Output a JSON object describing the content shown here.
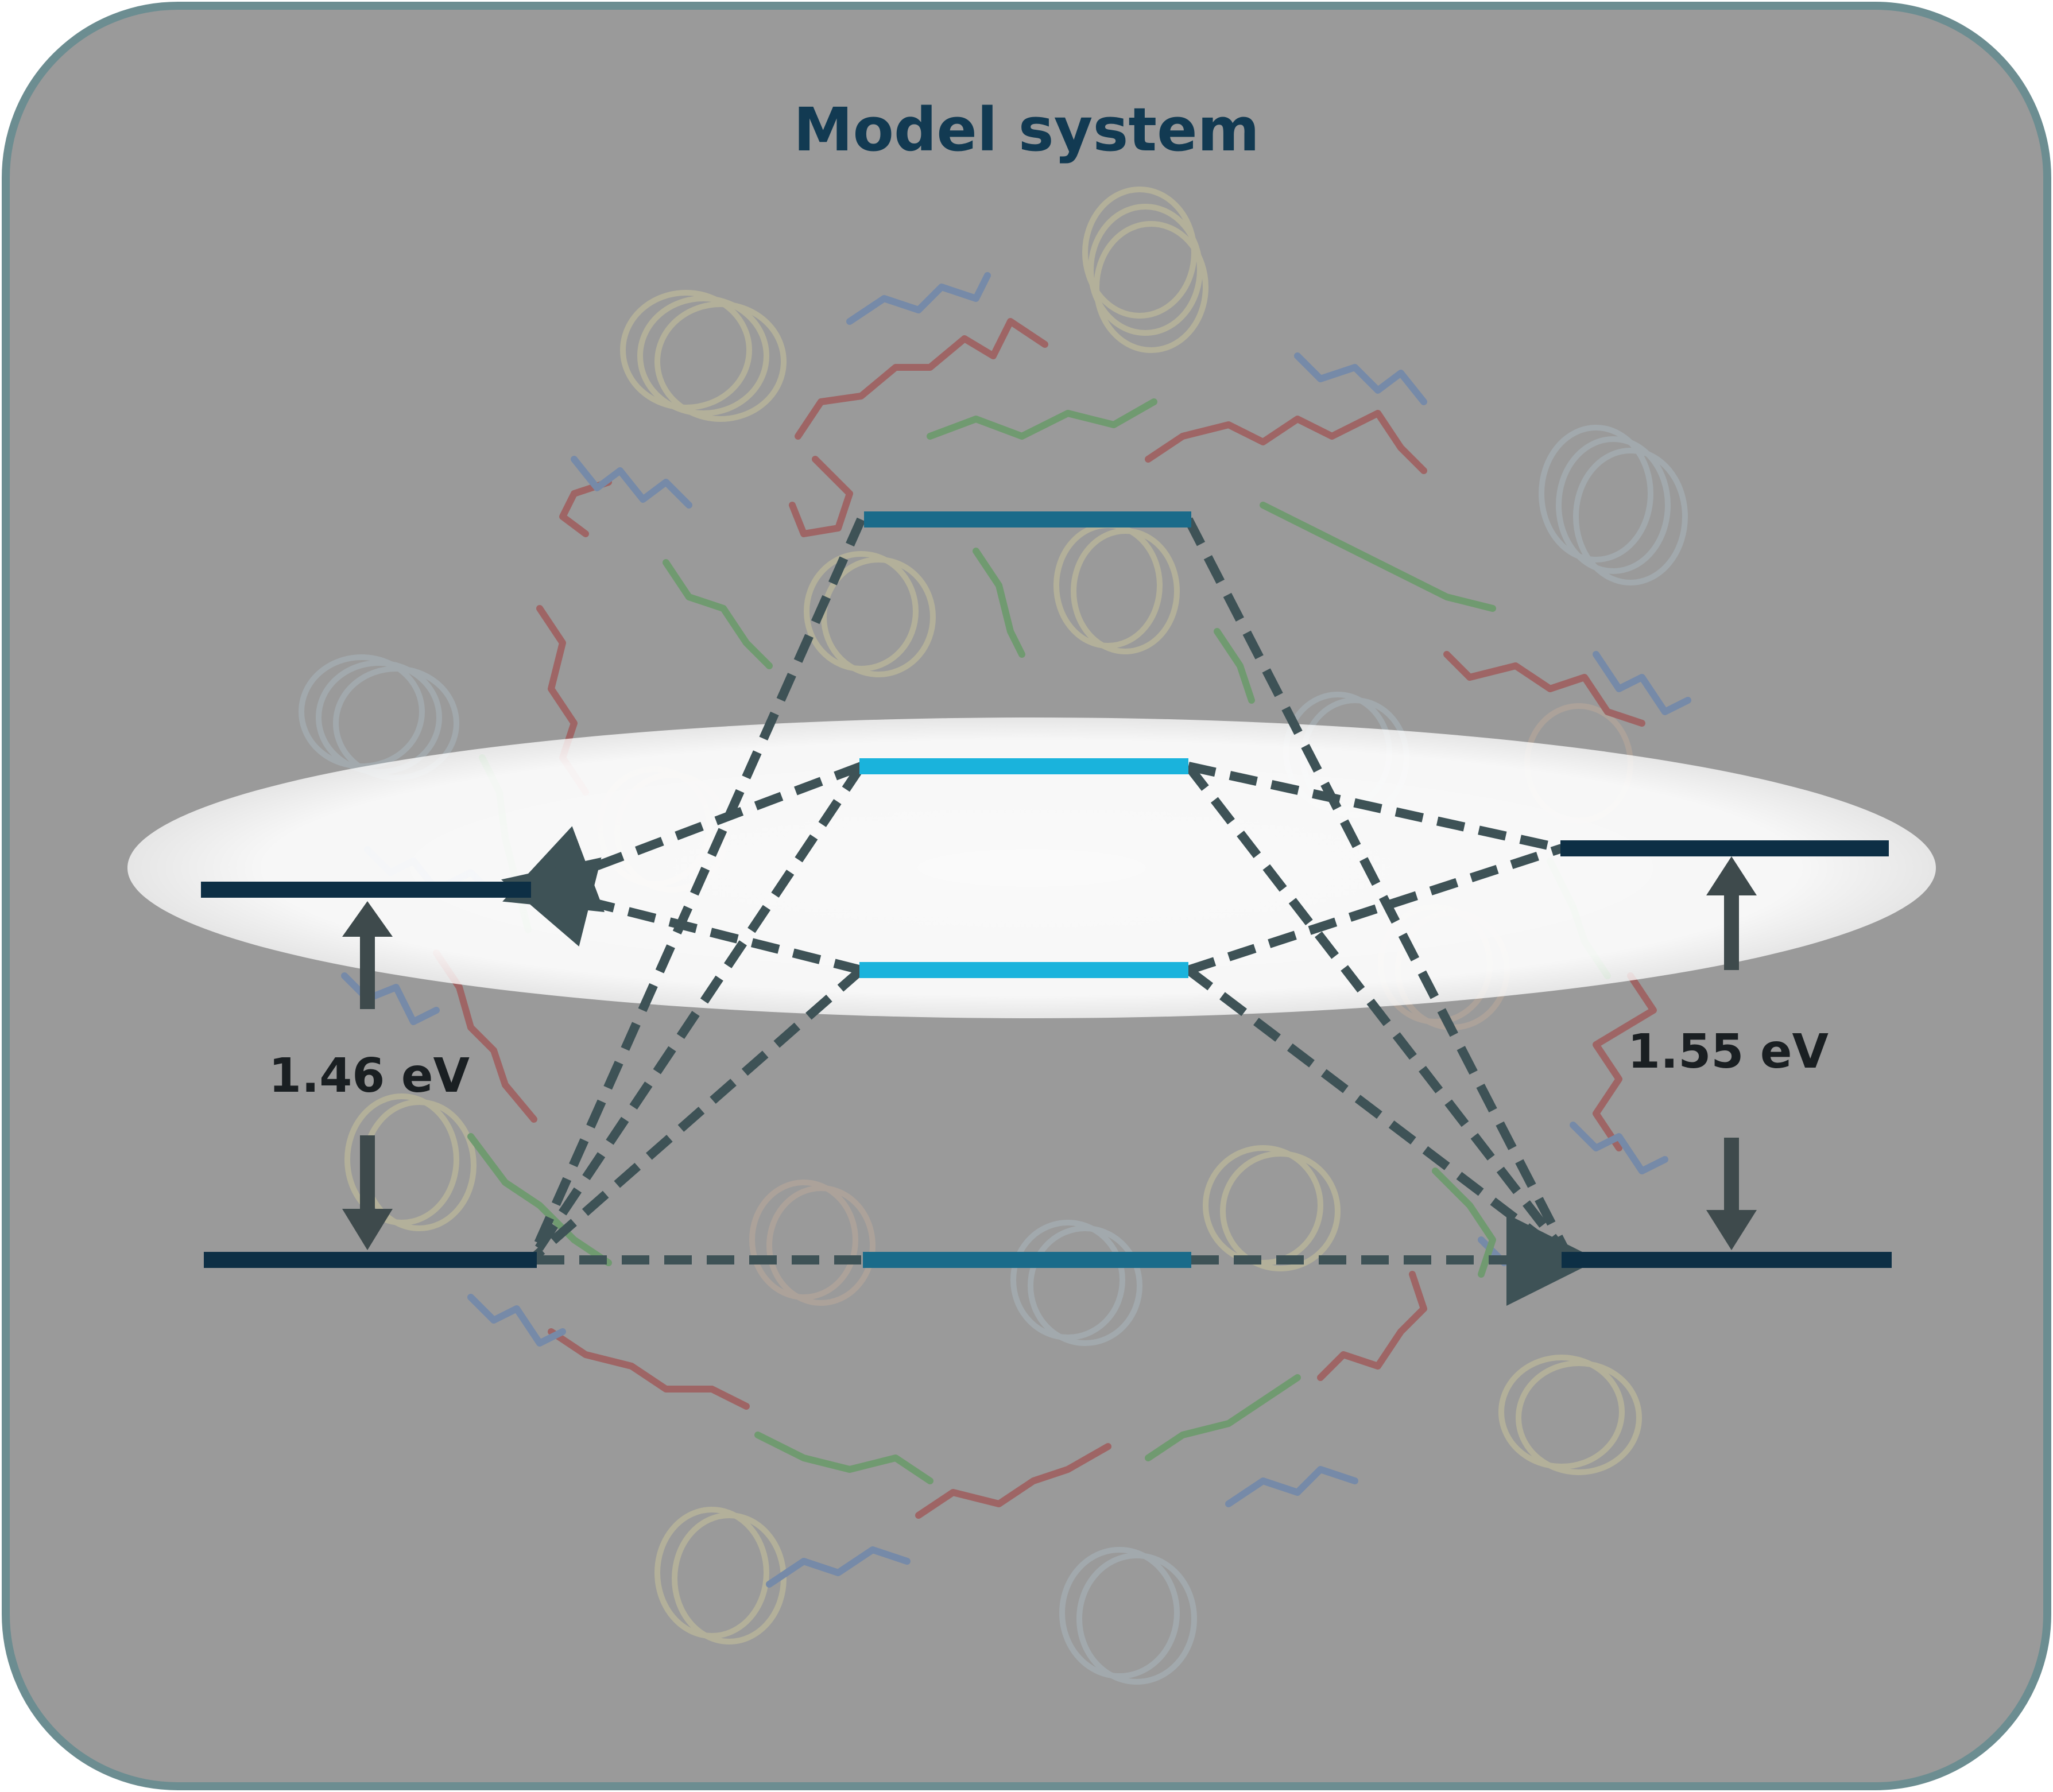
{
  "title": "Model system",
  "labels": {
    "left_gap": "1.46 eV",
    "right_gap": "1.55 eV"
  },
  "colors": {
    "background": "#9a9a9a",
    "frame": "#6c8d91",
    "title": "#123a52",
    "level_dark": "#0d2f45",
    "level_mid": "#1a6b8a",
    "level_light": "#1ab3dc",
    "dashed": "#3e5256",
    "arrow": "#3e4a4c",
    "ellipse": "#ffffff",
    "label": "#1a1f22"
  }
}
